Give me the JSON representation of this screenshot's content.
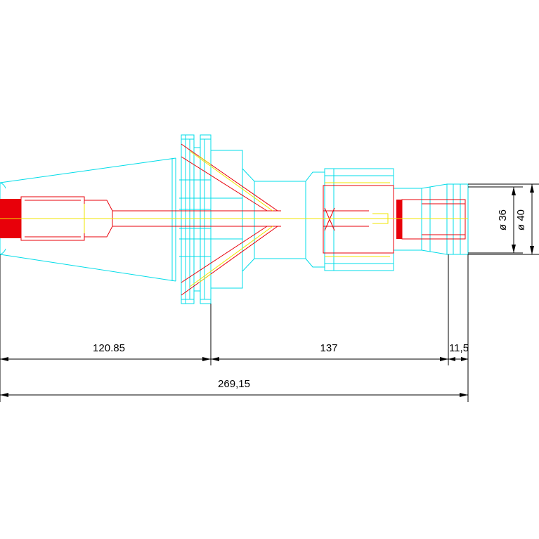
{
  "colors": {
    "outline": "#00dce8",
    "inner_lines": "#e8000a",
    "center_lines": "#f0e600",
    "dimensions": "#000000",
    "background": "#ffffff"
  },
  "dimensions": {
    "taper_length": "120.85",
    "body_length": "137",
    "nose_length": "11,5",
    "overall_length": "269,15",
    "inner_diameter": "ø 36",
    "outer_diameter": "ø 40"
  }
}
